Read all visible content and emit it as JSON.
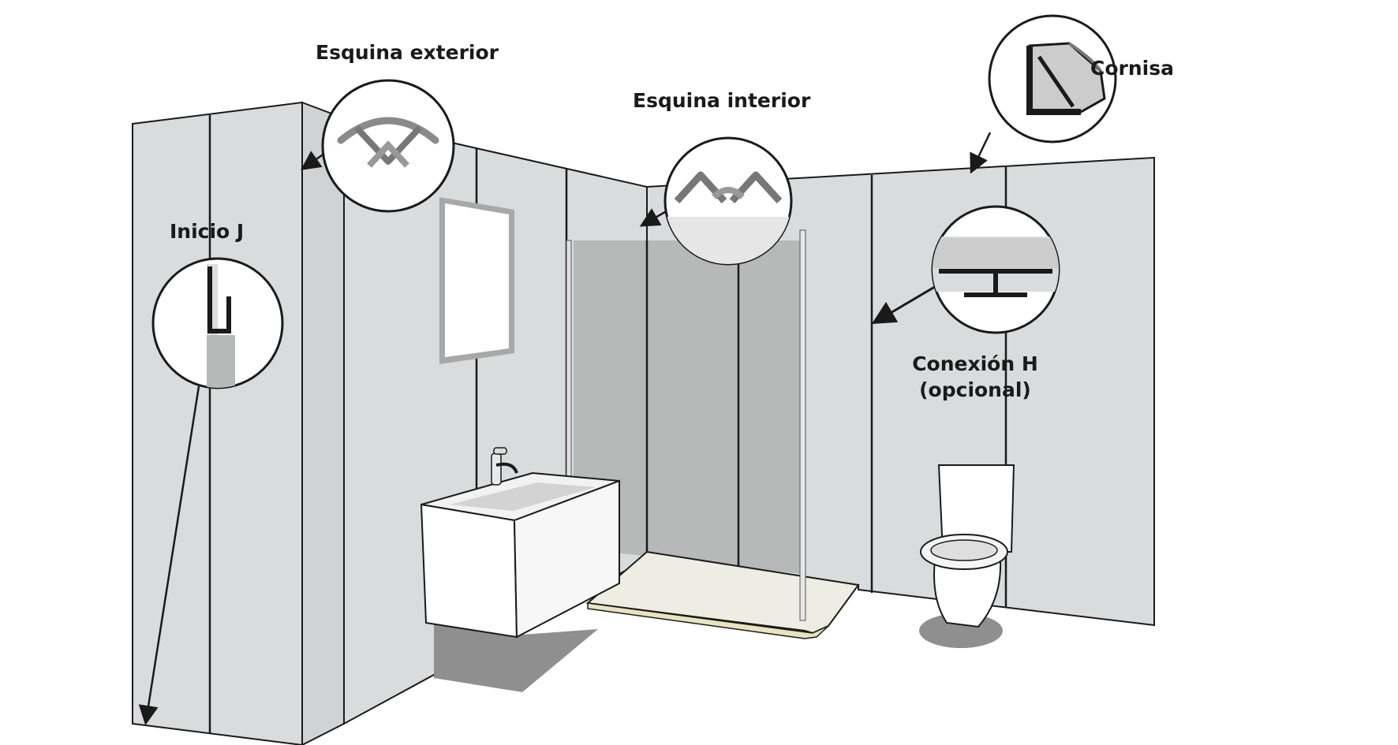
{
  "diagram": {
    "labels": {
      "outer_corner": "Esquina exterior",
      "inner_corner": "Esquina interior",
      "cornice": "Cornisa",
      "j_start": "Inicio J",
      "h_connection_line1": "Conexión H",
      "h_connection_line2": "(opcional)"
    },
    "colors": {
      "panel": "#d8dcdc",
      "shower_back": "#b7b9b9",
      "outline": "#1a1a1a",
      "profile_light": "#cccccc",
      "profile_dark": "#777777",
      "shadow": "#8f8f8f"
    }
  }
}
